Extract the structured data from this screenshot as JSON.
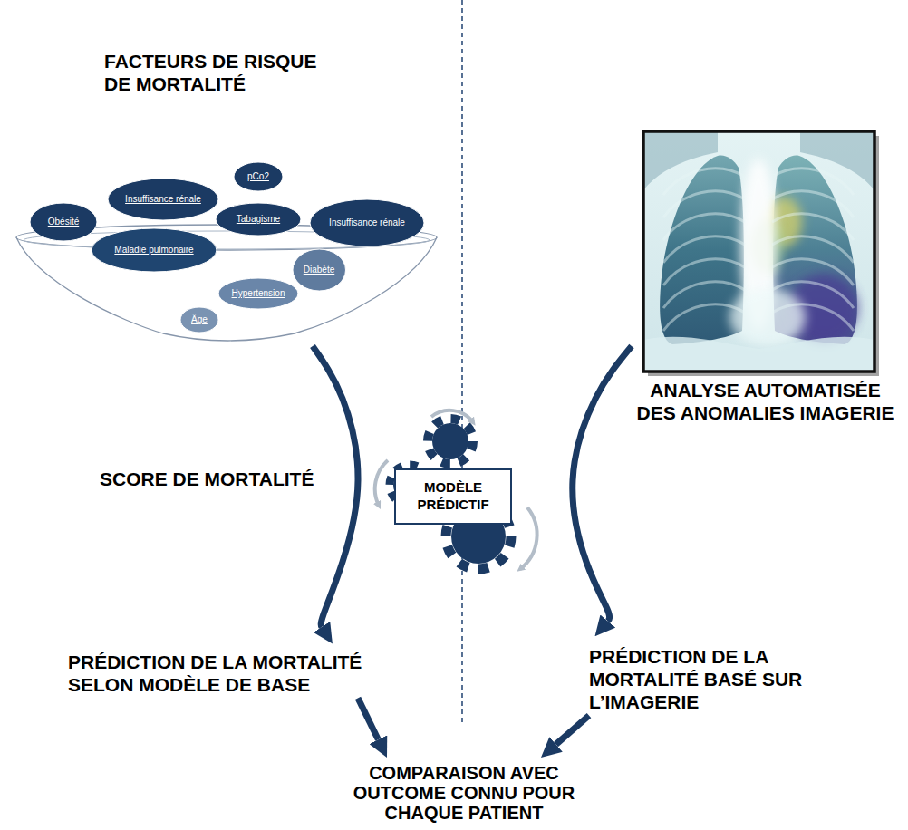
{
  "diagram": {
    "nodes": [
      {
        "text": [
          "FACTEURS DE RISQUE DE MORTALITÉ"
        ]
      },
      {
        "text": [
          "pCo2"
        ],
        "in": 0
      },
      {
        "text": [
          "Insuffisance rénale"
        ],
        "in": 0
      },
      {
        "text": [
          "Obésité"
        ],
        "in": 0
      },
      {
        "text": [
          "Tabagisme"
        ],
        "in": 0
      },
      {
        "text": [
          "Insuffisance rénale"
        ],
        "in": 0
      },
      {
        "text": [
          "Maladie pulmonaire"
        ],
        "in": 0
      },
      {
        "text": [
          "Diabète"
        ],
        "in": 0
      },
      {
        "text": [
          "Hypertension"
        ],
        "in": 0
      },
      {
        "text": [
          "Âge"
        ],
        "in": 0
      },
      {
        "text": [
          "ANALYSE AUTOMATISÉE DES ANOMALIES IMAGERIE"
        ]
      },
      {
        "text": [
          "MODÈLE PRÉDICTIF"
        ]
      },
      {
        "text": [
          "PRÉDICTION DE LA MORTALITÉ SELON MODÈLE DE BASE"
        ]
      },
      {
        "text": [
          "PRÉDICTION DE LA MORTALITÉ BASÉ SUR L’IMAGERIE"
        ]
      },
      {
        "text": [
          "COMPARAISON AVEC OUTCOME CONNU POUR CHAQUE PATIENT"
        ]
      }
    ],
    "edges": [
      {
        "from": 0,
        "to": 12,
        "label": "SCORE DE MORTALITÉ",
        "arrow": "to"
      },
      {
        "from": 10,
        "to": 13,
        "arrow": "to"
      },
      {
        "from": 12,
        "to": 14,
        "arrow": "to"
      },
      {
        "from": 13,
        "to": 14,
        "arrow": "to"
      }
    ]
  }
}
